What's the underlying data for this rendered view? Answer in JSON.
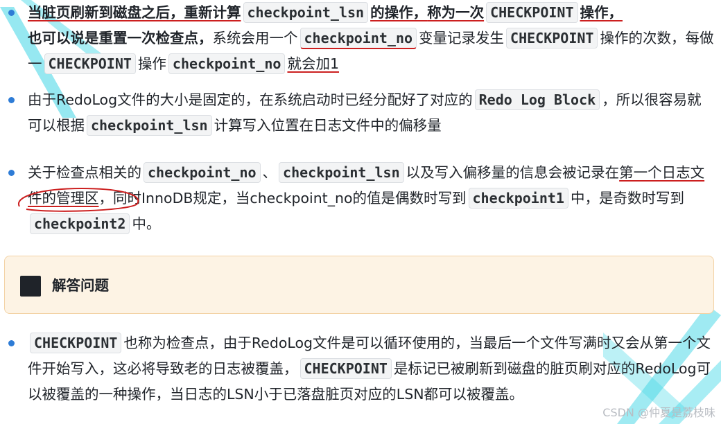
{
  "items": [
    {
      "segments": [
        {
          "t": "当脏页刷新到磁盘之后，重新计算",
          "b": true,
          "u": true
        },
        {
          "t": "checkpoint_lsn",
          "code": true
        },
        {
          "t": "的操作，",
          "b": true,
          "u": true
        },
        {
          "t": "称为一次",
          "b": true,
          "u": true
        },
        {
          "t": "CHECKPOINT",
          "code": true
        },
        {
          "t": "操作，",
          "b": true,
          "u": true
        },
        {
          "t": "也可以说是重置一次检查点，",
          "b": true
        },
        {
          "t": "系统会用一个"
        },
        {
          "t": "checkpoint_no",
          "code": true
        },
        {
          "t": "变量记录发生"
        },
        {
          "t": "CHECKPOINT",
          "code": true
        },
        {
          "t": "操作的次数，每做一"
        },
        {
          "t": "CHECKPOINT",
          "code": true
        },
        {
          "t": "操作"
        },
        {
          "t": "checkpoint_no",
          "code": true
        },
        {
          "t": "就会加1"
        }
      ]
    },
    {
      "segments": [
        {
          "t": "由于RedoLog文件的大小是固定的，在系统启动时已经分配好了对应的"
        },
        {
          "t": "Redo Log Block",
          "code": true
        },
        {
          "t": "，所以很容易就可以根据"
        },
        {
          "t": "checkpoint_lsn",
          "code": true
        },
        {
          "t": "计算写入位置在日志文件中的偏移量"
        }
      ]
    },
    {
      "segments": [
        {
          "t": "关于检查点相关的"
        },
        {
          "t": "checkpoint_no",
          "code": true
        },
        {
          "t": "、"
        },
        {
          "t": "checkpoint_lsn",
          "code": true
        },
        {
          "t": "以及写入偏移量的信息会被记录在"
        },
        {
          "t": "第一个日志文件的管理区",
          "u": true
        },
        {
          "t": "，同时InnoDB规定，当checkpoint_no的值是偶数时写到"
        },
        {
          "t": "checkpoint1",
          "code": true
        },
        {
          "t": "中，是奇数时写到"
        },
        {
          "t": "checkpoint2",
          "code": true
        },
        {
          "t": "中。"
        }
      ]
    },
    {
      "segments": [
        {
          "t": "CHECKPOINT",
          "code": true
        },
        {
          "t": "也称为检查点，由于RedoLog文件是可以循环使用的，当最后一个文件写满时又会从第一个文件开始写入，这必将导致老的日志被覆盖，"
        },
        {
          "t": "CHECKPOINT",
          "code": true
        },
        {
          "t": "是标记已被刷新到磁盘的脏页刷对应的RedoLog可以被覆盖的一种操作，当日志的LSN小于已落盘脏页对应的LSN都可以被覆盖。"
        }
      ]
    }
  ],
  "answer_box": {
    "label": "解答问题"
  },
  "watermark": "CSDN @仲夏是荔枝味",
  "colors": {
    "bullet": "#2e7cd6",
    "annotation_red": "#cc1f1f",
    "box_bg": "#fdf3e4",
    "box_border": "#f3d3a6",
    "deco_cyan": "#3fd6e6"
  }
}
